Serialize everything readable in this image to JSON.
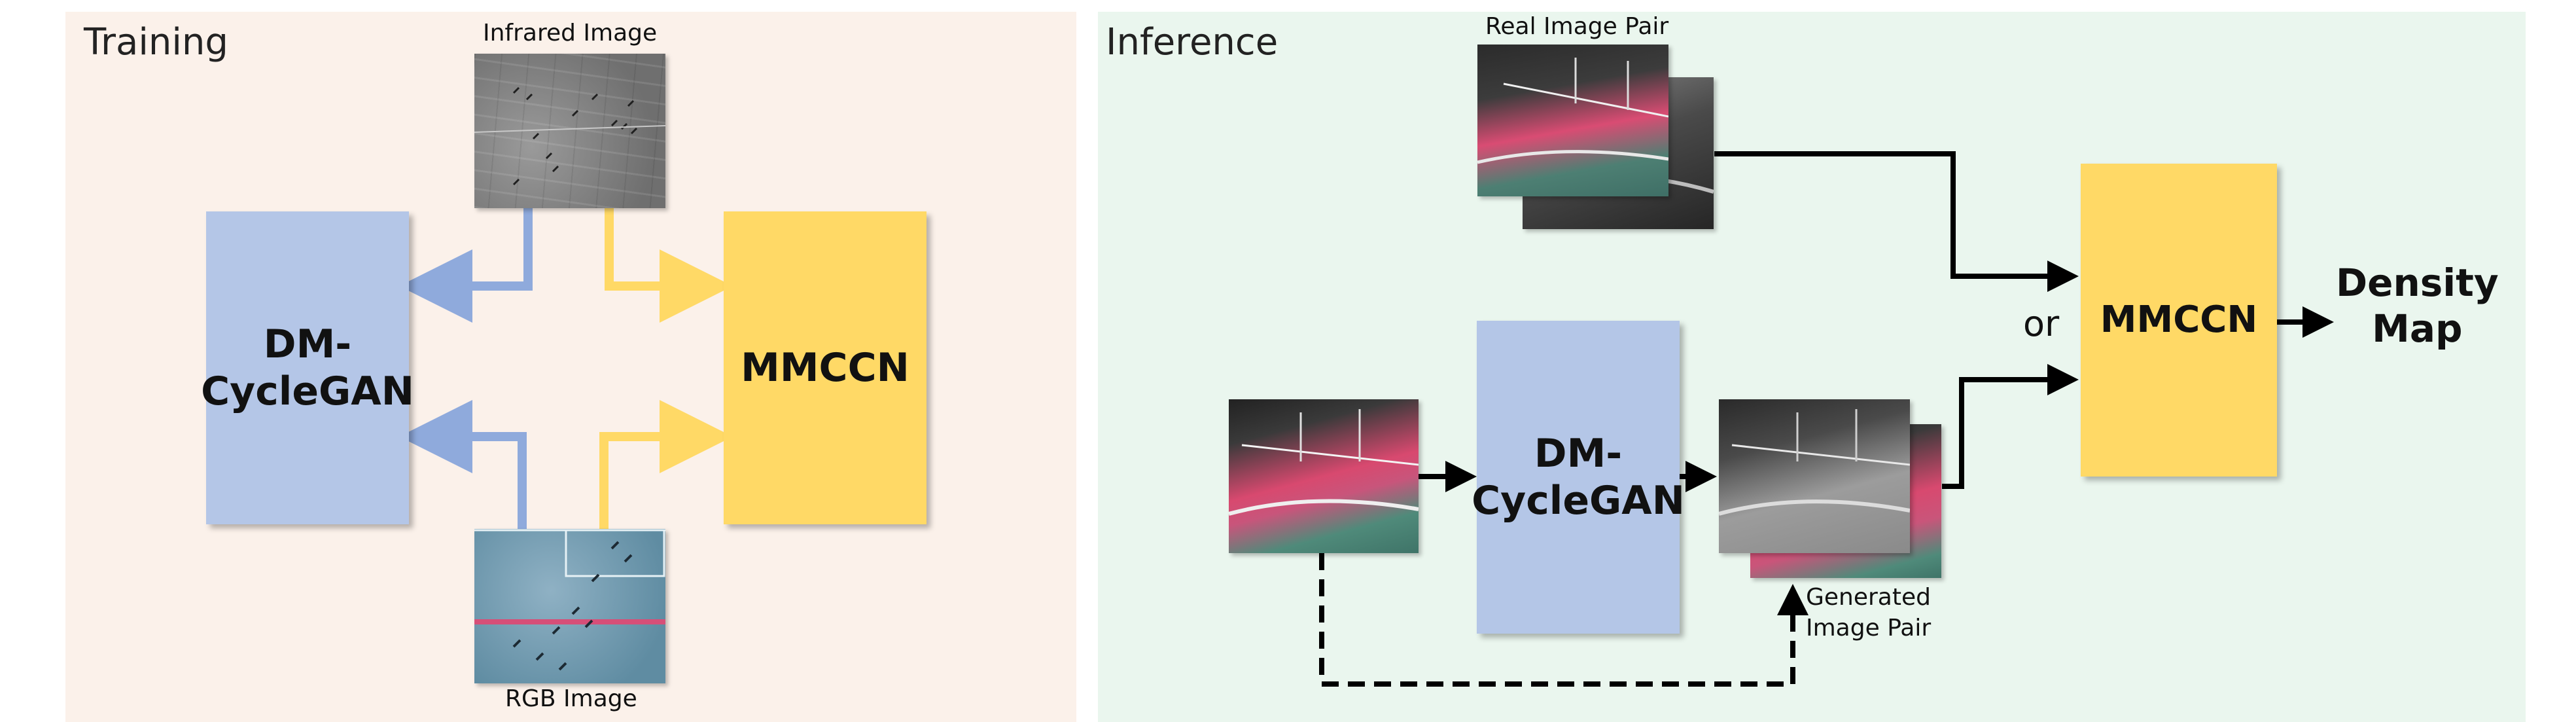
{
  "colors": {
    "training_bg": "#fbf1ea",
    "inference_bg": "#eaf6ee",
    "cyclegan_box": "#b4c6e7",
    "mmccn_box": "#ffd966",
    "blue_arrow": "#8faadc",
    "yellow_arrow": "#ffd966",
    "black_arrow": "#000000"
  },
  "training": {
    "title": "Training",
    "infrared_label": "Infrared Image",
    "rgb_label": "RGB Image",
    "cyclegan_label": "DM-\nCycleGAN",
    "mmccn_label": "MMCCN"
  },
  "inference": {
    "title": "Inference",
    "real_pair_label": "Real Image Pair",
    "generated_pair_label": "Generated\nImage Pair",
    "cyclegan_label": "DM-\nCycleGAN",
    "mmccn_label": "MMCCN",
    "or_label": "or",
    "output_label": "Density\nMap"
  }
}
